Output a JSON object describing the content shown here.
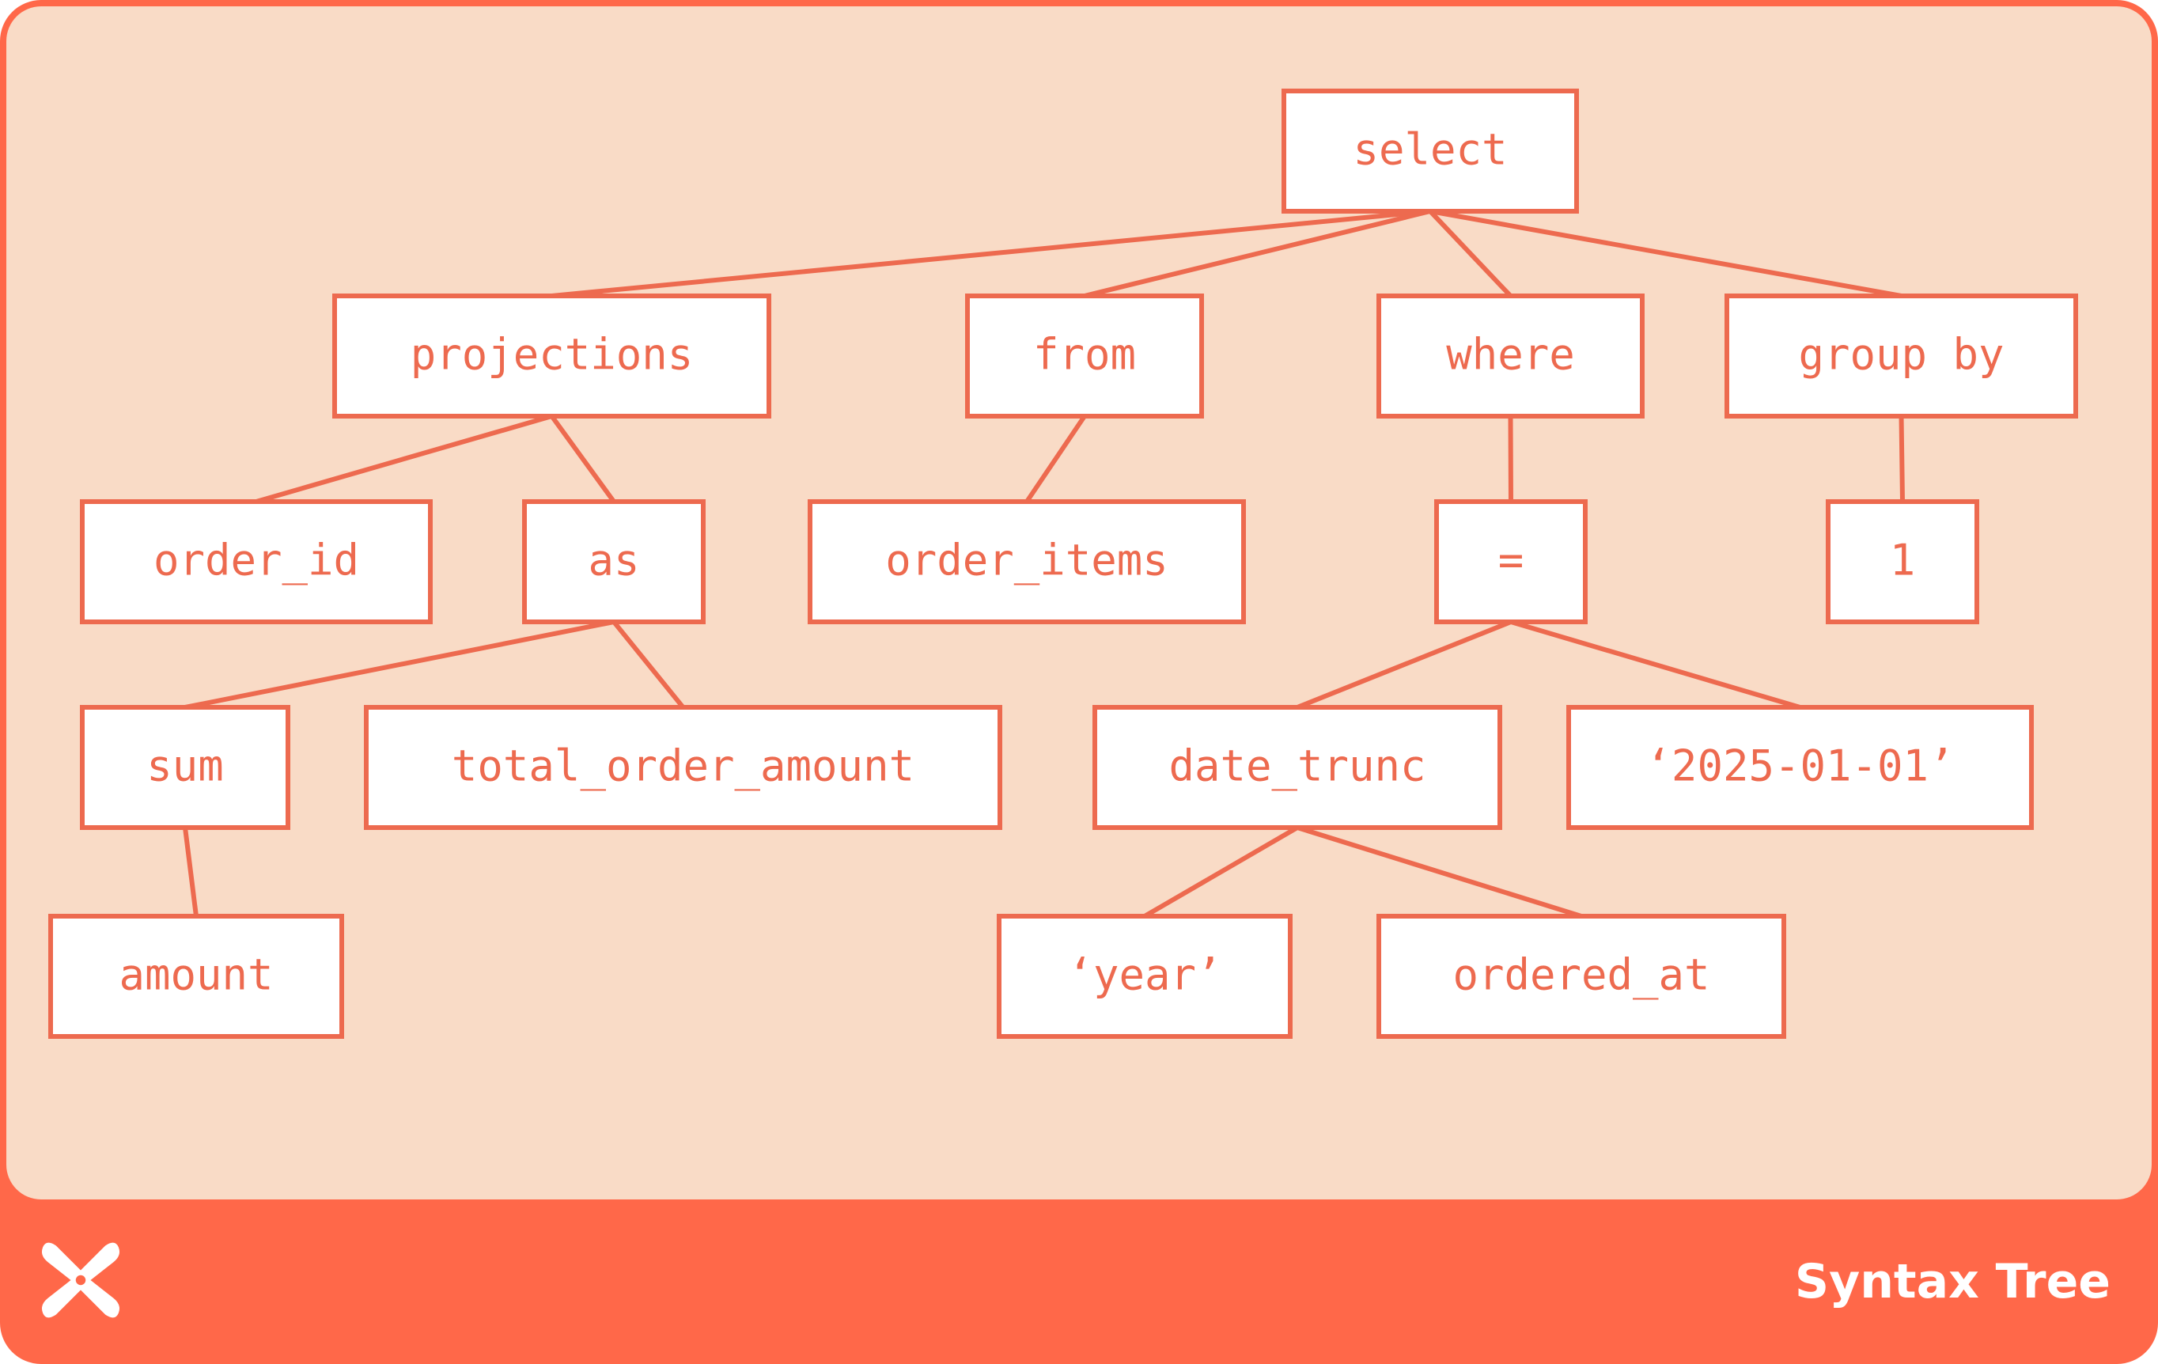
{
  "colors": {
    "accent": "#FF6849",
    "stroke": "#ED6A4F",
    "background": "#F9DBC6",
    "node_fill": "#FFFFFF"
  },
  "footer": {
    "title": "Syntax Tree",
    "logo_icon": "dbt-logo-icon"
  },
  "tree": {
    "nodes": [
      {
        "id": "select",
        "label": "select"
      },
      {
        "id": "projections",
        "label": "projections"
      },
      {
        "id": "from",
        "label": "from"
      },
      {
        "id": "where",
        "label": "where"
      },
      {
        "id": "group-by",
        "label": "group by"
      },
      {
        "id": "order-id",
        "label": "order_id"
      },
      {
        "id": "as",
        "label": "as"
      },
      {
        "id": "order-items",
        "label": "order_items"
      },
      {
        "id": "equals",
        "label": "="
      },
      {
        "id": "one",
        "label": "1"
      },
      {
        "id": "sum",
        "label": "sum"
      },
      {
        "id": "total-order-amount",
        "label": "total_order_amount"
      },
      {
        "id": "date-trunc",
        "label": "date_trunc"
      },
      {
        "id": "date-literal",
        "label": "‘2025-01-01’"
      },
      {
        "id": "amount",
        "label": "amount"
      },
      {
        "id": "year",
        "label": "‘year’"
      },
      {
        "id": "ordered-at",
        "label": "ordered_at"
      }
    ],
    "edges": [
      [
        "select",
        "projections"
      ],
      [
        "select",
        "from"
      ],
      [
        "select",
        "where"
      ],
      [
        "select",
        "group-by"
      ],
      [
        "projections",
        "order-id"
      ],
      [
        "projections",
        "as"
      ],
      [
        "from",
        "order-items"
      ],
      [
        "where",
        "equals"
      ],
      [
        "group-by",
        "one"
      ],
      [
        "as",
        "sum"
      ],
      [
        "as",
        "total-order-amount"
      ],
      [
        "equals",
        "date-trunc"
      ],
      [
        "equals",
        "date-literal"
      ],
      [
        "sum",
        "amount"
      ],
      [
        "date-trunc",
        "year"
      ],
      [
        "date-trunc",
        "ordered-at"
      ]
    ]
  }
}
